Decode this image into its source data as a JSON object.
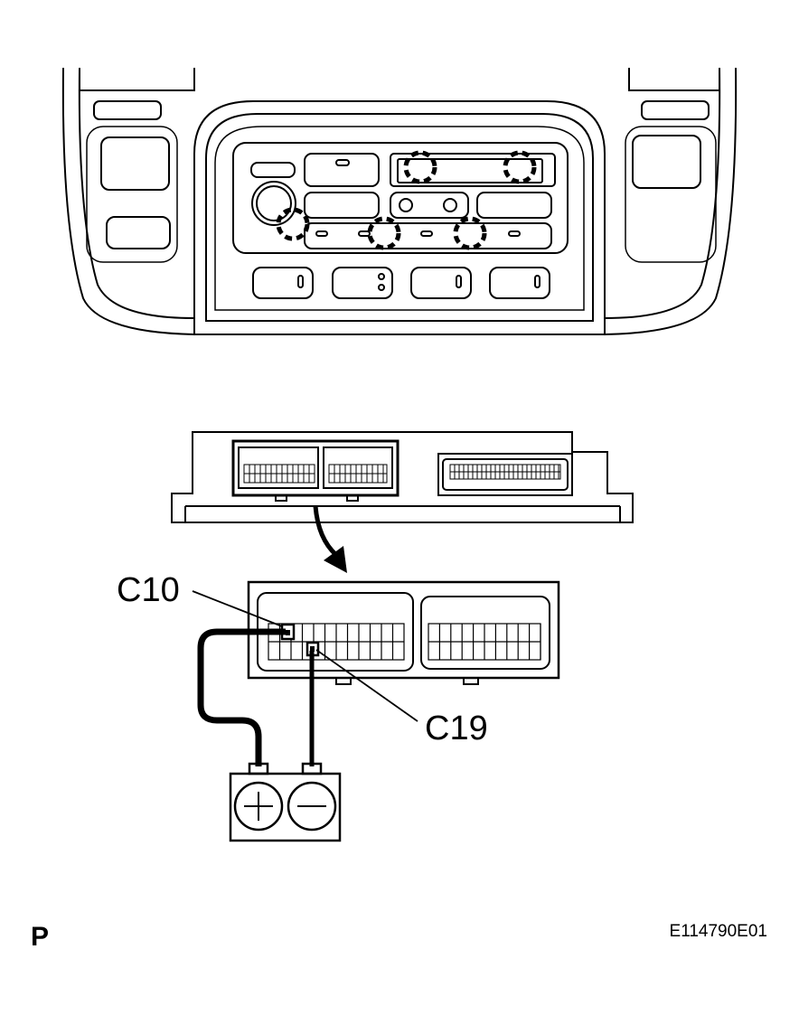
{
  "labels": {
    "connector_pin_1": "C10",
    "connector_pin_2": "C19",
    "page_marker": "P",
    "figure_code": "E114790E01"
  },
  "battery": {
    "positive_symbol": "+",
    "negative_symbol": "−"
  }
}
